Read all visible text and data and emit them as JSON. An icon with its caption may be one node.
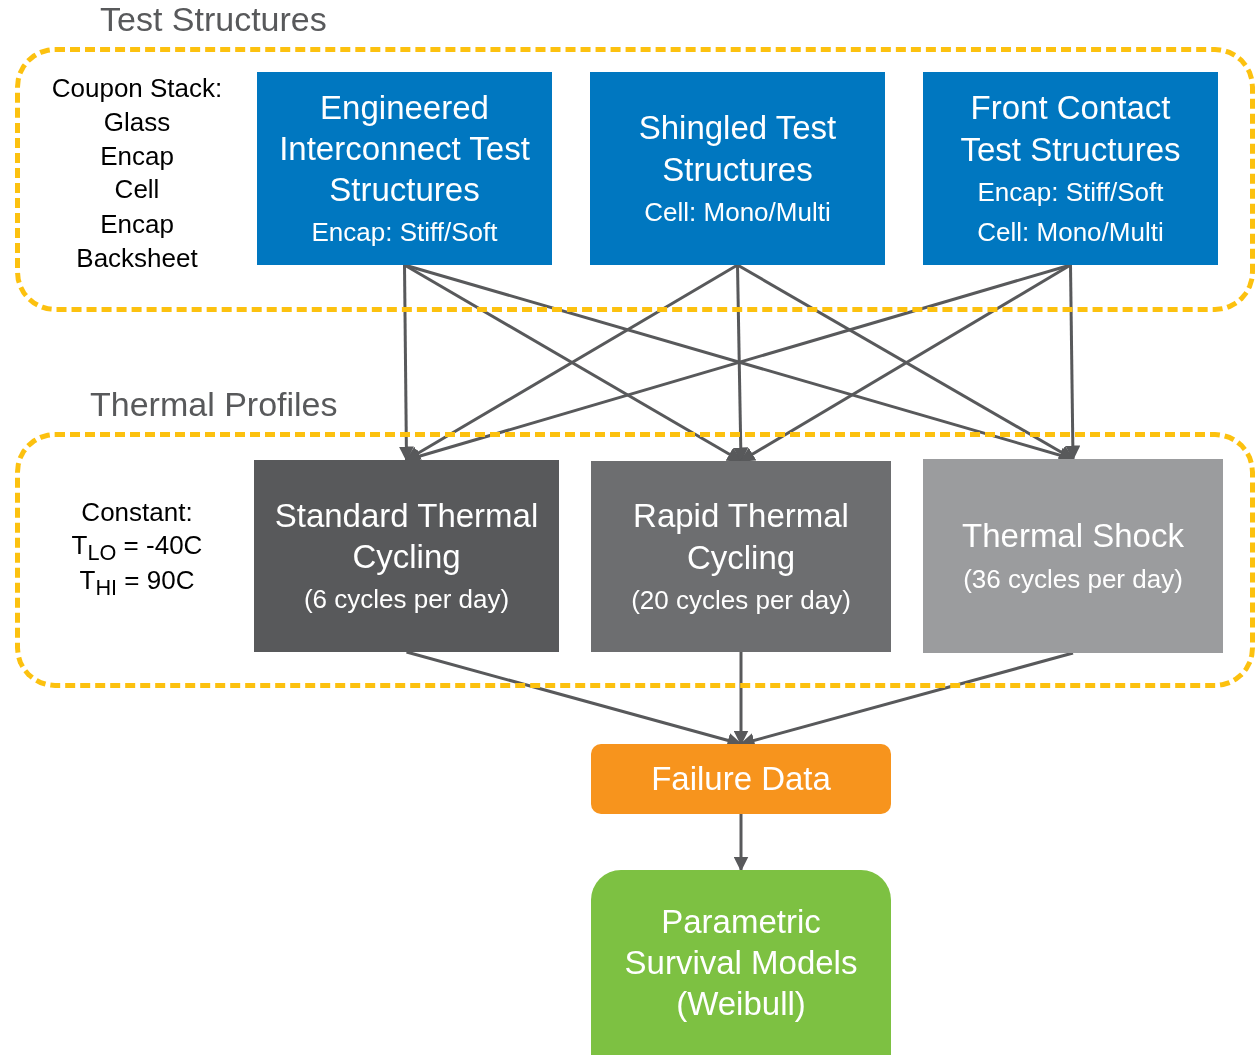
{
  "diagram": {
    "nodes": [
      {
        "text": [
          "Test Structures"
        ]
      },
      {
        "text": [
          "Engineered Interconnect Test Structures",
          "Encap: Stiff/Soft"
        ],
        "in": 0
      },
      {
        "text": [
          "Shingled Test Structures",
          "Cell: Mono/Multi"
        ],
        "in": 0
      },
      {
        "text": [
          "Front Contact Test Structures",
          "Encap: Stiff/Soft",
          "Cell: Mono/Multi"
        ],
        "in": 0
      },
      {
        "text": [
          "Thermal Profiles"
        ]
      },
      {
        "text": [
          "Standard Thermal Cycling",
          "(6 cycles per day)"
        ],
        "in": 4
      },
      {
        "text": [
          "Rapid Thermal Cycling",
          "(20 cycles per day)"
        ],
        "in": 4
      },
      {
        "text": [
          "Thermal Shock",
          "(36 cycles per day)"
        ],
        "in": 4
      },
      {
        "text": [
          "Failure Data"
        ]
      },
      {
        "text": [
          "Parametric Survival Models (Weibull)"
        ]
      }
    ],
    "edges": [
      {
        "from": 1,
        "to": 5,
        "arrow": "to"
      },
      {
        "from": 1,
        "to": 6,
        "arrow": "to"
      },
      {
        "from": 1,
        "to": 7,
        "arrow": "to"
      },
      {
        "from": 2,
        "to": 5,
        "arrow": "to"
      },
      {
        "from": 2,
        "to": 6,
        "arrow": "to"
      },
      {
        "from": 2,
        "to": 7,
        "arrow": "to"
      },
      {
        "from": 3,
        "to": 5,
        "arrow": "to"
      },
      {
        "from": 3,
        "to": 6,
        "arrow": "to"
      },
      {
        "from": 3,
        "to": 7,
        "arrow": "to"
      },
      {
        "from": 5,
        "to": 8,
        "arrow": "to"
      },
      {
        "from": 6,
        "to": 8,
        "arrow": "to"
      },
      {
        "from": 7,
        "to": 8,
        "arrow": "to"
      },
      {
        "from": 8,
        "to": 9,
        "arrow": "to"
      }
    ],
    "labels": [
      "Coupon Stack:",
      "Glass",
      "Encap",
      "Cell",
      "Encap",
      "Backsheet",
      "Constant:",
      "T$_{LO}$ = -40C",
      "T$_{HI}$ = 90C"
    ]
  }
}
